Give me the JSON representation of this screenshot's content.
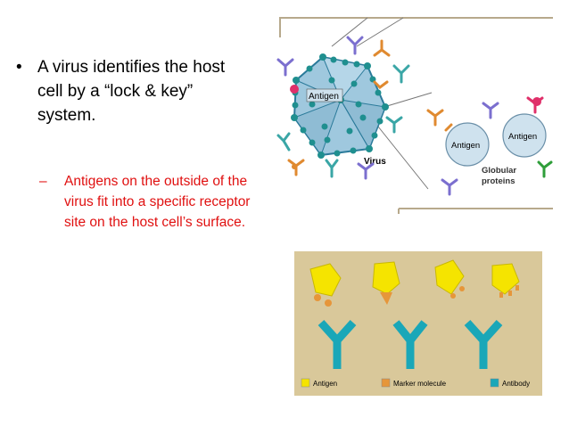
{
  "slide": {
    "main_bullet": {
      "marker": "•",
      "text": "A virus identifies the host cell by a “lock & key” system."
    },
    "sub_bullet": {
      "marker": "–",
      "text": "Antigens on the outside of the virus fit into a specific receptor site on the host cell’s surface."
    }
  },
  "figure_top": {
    "virus_antigen_label": "Antigen",
    "virus_label": "Virus",
    "antigen_sphere_label": "Antigen",
    "globular_sphere_label": "Antigen",
    "globular_label_line1": "Globular",
    "globular_label_line2": "proteins"
  },
  "figure_bottom": {
    "background_color": "#d9c89a",
    "legend": [
      {
        "label": "Antigen",
        "color": "#f5e400"
      },
      {
        "label": "Marker molecule",
        "color": "#e6963a"
      },
      {
        "label": "Antibody",
        "color": "#1aa7b8"
      }
    ]
  },
  "colors": {
    "sub_bullet_text": "#e01010",
    "virus_body": "#9fc8de",
    "virus_dots": "#1f8f8f",
    "antigen_sphere": "#cfe2ee"
  }
}
